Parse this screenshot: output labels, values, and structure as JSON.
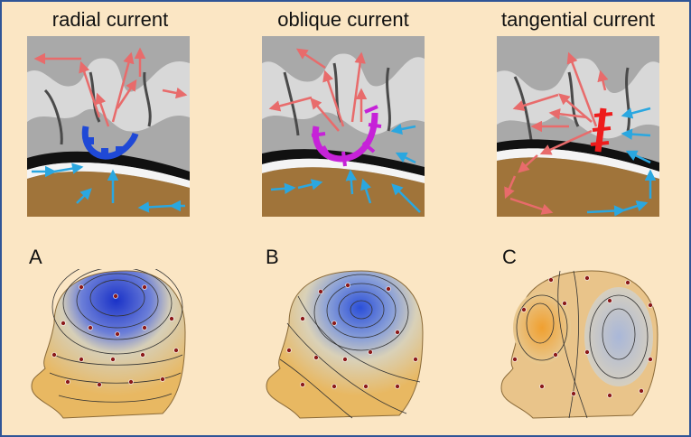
{
  "panels": [
    {
      "title": "radial current",
      "letter": "A"
    },
    {
      "title": "oblique current",
      "letter": "B"
    },
    {
      "title": "tangential current",
      "letter": "C"
    }
  ],
  "colors": {
    "background": "#fbe6c4",
    "frame_border": "#2f5597",
    "outward_arrow": "#e86b6b",
    "inward_arrow": "#2aa7e0",
    "radial_dipole": "#1f49d6",
    "oblique_dipole": "#c622d8",
    "tangential_dipole": "#ee1c1c",
    "negative_pole": "#2b3fd1",
    "positive_pole": "#f0a030",
    "electrode": "#8b1a1a"
  }
}
